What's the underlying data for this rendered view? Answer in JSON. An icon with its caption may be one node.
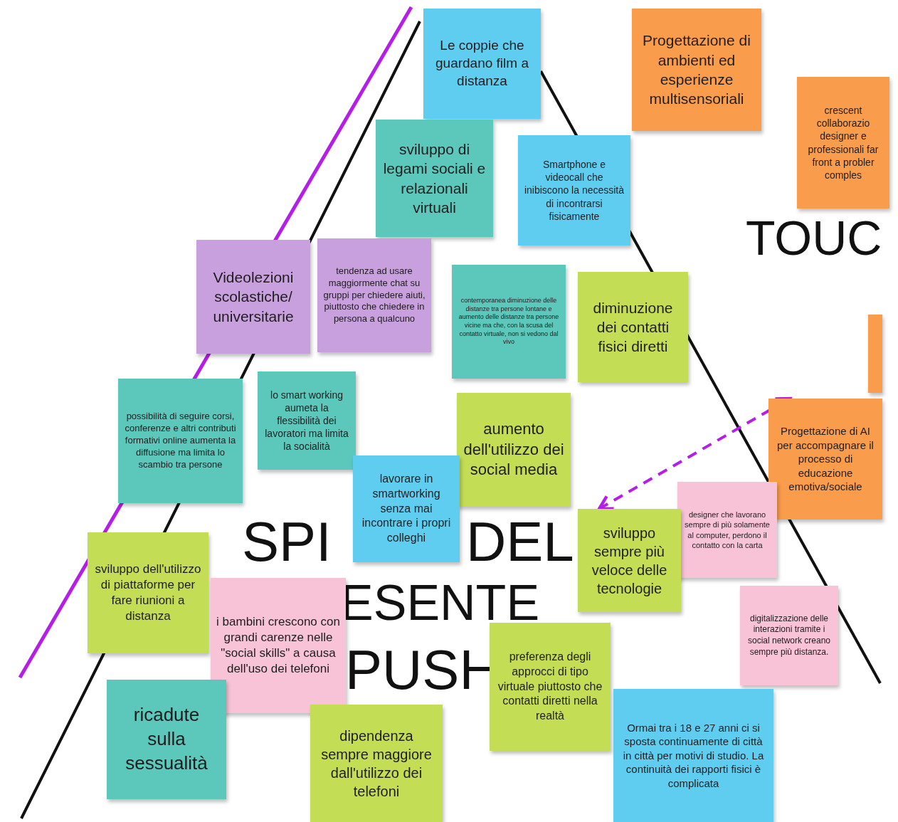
{
  "diagram": {
    "nodes": [
      {
        "text": [
          "Le coppie che guardano film a distanza"
        ]
      },
      {
        "text": [
          "Progettazione di ambienti ed esperienze multisensoriali"
        ]
      },
      {
        "text": [
          "crescent collaborazio designer e professionali far front a probler comples"
        ]
      },
      {
        "text": [
          "sviluppo di legami sociali e relazionali virtuali"
        ]
      },
      {
        "text": [
          "Smartphone e videocall che inibiscono la necessità di incontrarsi fisicamente"
        ]
      },
      {
        "text": [
          "Videolezioni scolastiche/ universitarie"
        ]
      },
      {
        "text": [
          "tendenza ad usare maggiormente chat su gruppi per chiedere aiuti, piuttosto che chiedere in persona a qualcuno"
        ]
      },
      {
        "text": [
          "contemporanea diminuzione delle distanze tra persone lontane e aumento delle distanze tra persone vicine ma che, con la scusa del contatto virtuale, non si vedono dal vivo"
        ]
      },
      {
        "text": [
          "diminuzione dei contatti fisici diretti"
        ]
      },
      {
        "text": [],
        "shape": "box"
      },
      {
        "text": [
          "possibilità di seguire corsi, conferenze e altri contributi formativi online aumenta la diffusione ma limita lo scambio tra persone"
        ]
      },
      {
        "text": [
          "lo smart working aumeta la flessibilità dei lavoratori ma limita la socialità"
        ]
      },
      {
        "text": [
          "aumento dell'utilizzo dei social media"
        ]
      },
      {
        "text": [
          "lavorare in smartworking senza mai incontrare i propri colleghi"
        ]
      },
      {
        "text": [
          "Progettazione di AI per accompagnare il processo di educazione emotiva/sociale"
        ]
      },
      {
        "text": [
          "designer che lavorano sempre di più solamente al computer, perdono il contatto con la carta"
        ]
      },
      {
        "text": [
          "sviluppo sempre più veloce delle tecnologie"
        ]
      },
      {
        "text": [
          "sviluppo dell'utilizzo di piattaforme per fare riunioni a distanza"
        ]
      },
      {
        "text": [
          "i bambini crescono con grandi carenze nelle \"social skills\" a causa dell'uso dei telefoni"
        ]
      },
      {
        "text": [
          "digitalizzazione delle interazioni tramite i social network creano sempre più distanza."
        ]
      },
      {
        "text": [
          "preferenza degli approcci di tipo virtuale piuttosto che contatti diretti nella realtà"
        ]
      },
      {
        "text": [
          "ricadute sulla sessualità"
        ]
      },
      {
        "text": [
          "dipendenza sempre maggiore dall'utilizzo dei telefoni"
        ]
      },
      {
        "text": [
          "Ormai tra i 18 e 27 anni ci si sposta continuamente di città in città per motivi di studio. La continuità dei rapporti fisici è complicata"
        ]
      }
    ],
    "edges": [
      {
        "from": 16,
        "to": 14,
        "arrow": "both",
        "style": "dashed",
        "color": "#b41ee6"
      }
    ],
    "labels": [
      "TOUC",
      "SPI",
      "DEL",
      "ESENTE",
      "PUSH"
    ]
  }
}
